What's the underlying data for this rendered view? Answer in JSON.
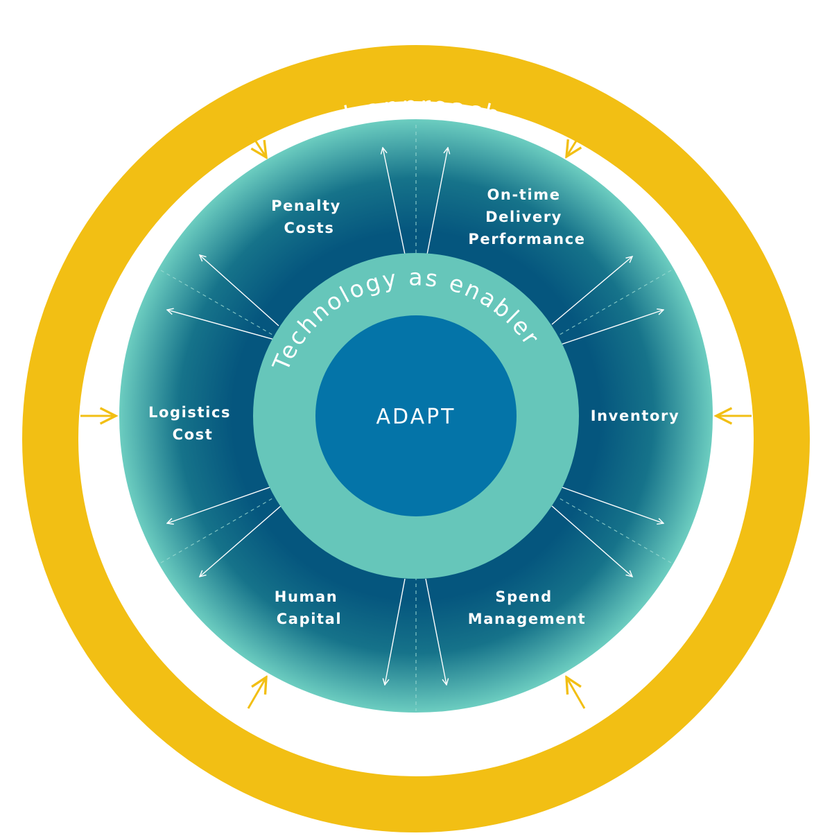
{
  "outer_ring": {
    "label": "REDUCE . Conventional management approach",
    "color": "#F2BF14"
  },
  "inner_ring": {
    "label": "Technology as enabler",
    "color": "#66C6BA"
  },
  "core": {
    "label": "ADAPT",
    "color": "#0474A8"
  },
  "disc_colors": {
    "edge": "#6CCDC0",
    "inner": "#05567E"
  },
  "segments": [
    {
      "lines": [
        "Penalty",
        "Costs"
      ]
    },
    {
      "lines": [
        "On-time",
        "Delivery",
        "Performance"
      ]
    },
    {
      "lines": [
        "Inventory"
      ]
    },
    {
      "lines": [
        "Spend",
        "Management"
      ]
    },
    {
      "lines": [
        "Human",
        "Capital"
      ]
    },
    {
      "lines": [
        "Logistics",
        "Cost"
      ]
    }
  ]
}
